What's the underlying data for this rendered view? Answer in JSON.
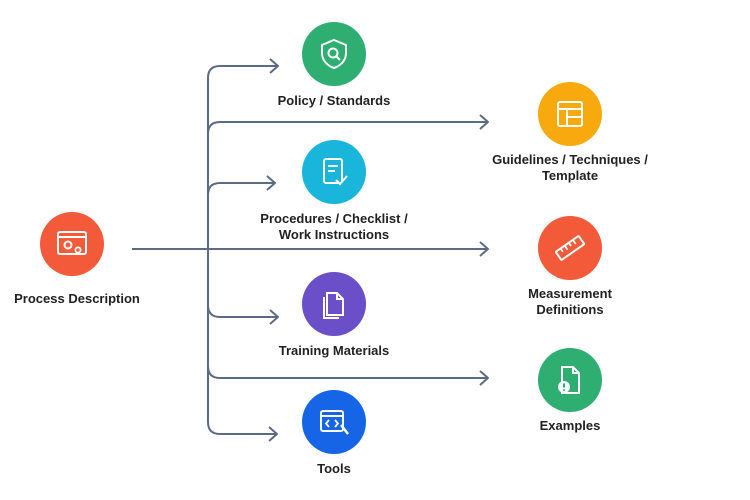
{
  "source": {
    "label": "Process Description",
    "color": "#f25a3a",
    "icon": "settings-window-icon"
  },
  "left_nodes": [
    {
      "label": "Policy / Standards",
      "color": "#2fae72",
      "icon": "shield-search-icon"
    },
    {
      "label": "Procedures / Checklist /\nWork Instructions",
      "color": "#19b5db",
      "icon": "checklist-icon"
    },
    {
      "label": "Training Materials",
      "color": "#6a4fc9",
      "icon": "documents-icon"
    },
    {
      "label": "Tools",
      "color": "#1565e6",
      "icon": "code-tools-icon"
    }
  ],
  "right_nodes": [
    {
      "label": "Guidelines / Techniques /\nTemplate",
      "color": "#f7a90d",
      "icon": "template-icon"
    },
    {
      "label": "Measurement\nDefinitions",
      "color": "#f25a3a",
      "icon": "ruler-icon"
    },
    {
      "label": "Examples",
      "color": "#2fae72",
      "icon": "file-alert-icon"
    }
  ],
  "connector_color": "#5b6b86"
}
